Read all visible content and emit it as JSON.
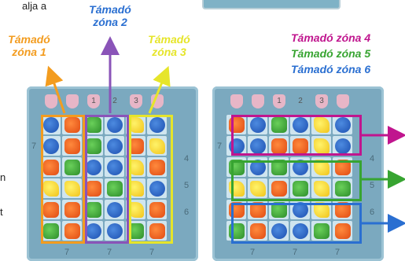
{
  "top_text": "alja a",
  "side_chars": [
    "n",
    "t"
  ],
  "labels": {
    "zone1": [
      "Támadó",
      "zóna 1"
    ],
    "zone2": [
      "Támadó",
      "zóna 2"
    ],
    "zone3": [
      "Támadó",
      "zóna 3"
    ],
    "zone4": "Támadó zóna 4",
    "zone5": "Támadó zóna 5",
    "zone6": "Támadó zóna 6"
  },
  "colors": {
    "zone1": "#f39c1f",
    "zone2": "#8a54b8",
    "zone3": "#e6e52a",
    "zone4": "#c0158e",
    "zone5": "#37a431",
    "zone6": "#2a6fd1"
  },
  "left_board": {
    "header_numbers": [
      "1",
      "2",
      "3"
    ],
    "row_numbers": [
      "7",
      "4",
      "5",
      "6"
    ],
    "bottom_numbers": [
      "7",
      "7",
      "7"
    ]
  },
  "right_board": {
    "header_numbers": [
      "1",
      "2",
      "3"
    ],
    "row_numbers": [
      "7",
      "4",
      "5",
      "6"
    ],
    "bottom_numbers": [
      "7",
      "7",
      "7"
    ]
  }
}
